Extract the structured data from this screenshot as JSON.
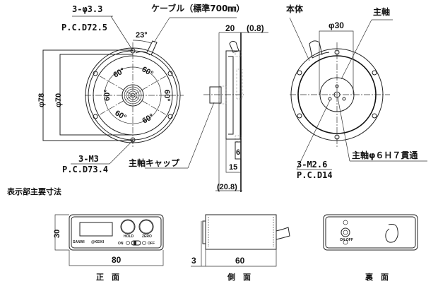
{
  "drawing": {
    "front_view": {
      "hole_spec": "3-φ3.3",
      "hole_pcd": "P.C.D72.5",
      "angle_cable": "23°",
      "angles": [
        "60°",
        "60°",
        "60°",
        "60°",
        "60°",
        "60°"
      ],
      "outer_dia": "φ78",
      "inner_dia": "φ70",
      "screw_spec": "3-M3",
      "screw_pcd": "P.C.D73.4"
    },
    "cable_label": "ケーブル（標準700㎜）",
    "side_view": {
      "width": "20",
      "gap": "(0.8)",
      "dim_6": "6",
      "dim_15": "15",
      "overall": "(20.8)",
      "cap_label": "主軸キャップ"
    },
    "rear_view": {
      "body_label": "本体",
      "shaft_label": "主軸",
      "dia_30": "φ30",
      "screw_spec": "3-M2.6",
      "screw_pcd": "P.C.D14",
      "through_hole": "主軸φ６Ｈ７貫通"
    },
    "display_section": {
      "title": "表示部主要寸法",
      "front": {
        "height": "30",
        "width": "80",
        "caption": "正　面",
        "brand_left": "SANWI",
        "brand_right": "@KEIKI",
        "button_hold": "HOLD",
        "button_zero": "ZERO",
        "switch_on": "ON",
        "switch_off": "OFF"
      },
      "side": {
        "thickness": "3",
        "depth": "60",
        "caption": "側　面"
      },
      "back": {
        "caption": "裏　面",
        "jack_label": "ON OFF"
      }
    }
  }
}
